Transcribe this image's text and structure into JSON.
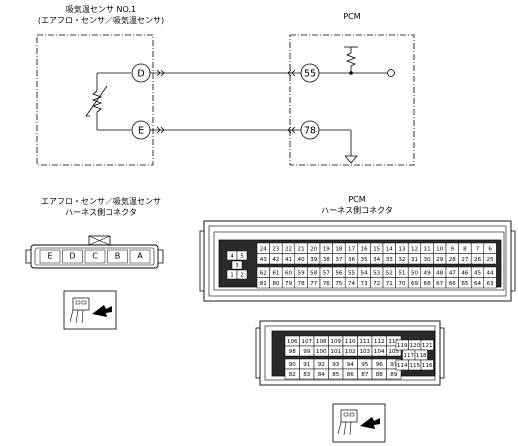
{
  "sensor": {
    "title": "吸気温センサ NO.1",
    "subtitle": "(エアフロ・センサ／吸気温センサ)",
    "terminal_d": "D",
    "terminal_e": "E"
  },
  "pcm": {
    "title": "PCM",
    "terminal_55": "55",
    "terminal_78": "78"
  },
  "sensor_connector": {
    "title_line1": "エアフロ・センサ／吸気温センサ",
    "title_line2": "ハーネス側コネクタ",
    "pins": [
      "E",
      "D",
      "C",
      "B",
      "A"
    ]
  },
  "pcm_connector": {
    "title_line1": "PCM",
    "title_line2": "ハーネス側コネクタ",
    "block1": {
      "small_top": [
        "4",
        "5"
      ],
      "small_mid": "3",
      "small_bot": [
        "1",
        "2"
      ],
      "row1": [
        "24",
        "23",
        "22",
        "21",
        "20",
        "19",
        "18",
        "17",
        "16",
        "15",
        "14",
        "13",
        "12",
        "11",
        "10",
        "9",
        "8",
        "7",
        "6"
      ],
      "row2": [
        "43",
        "42",
        "41",
        "40",
        "39",
        "38",
        "37",
        "36",
        "35",
        "34",
        "33",
        "32",
        "31",
        "30",
        "29",
        "28",
        "27",
        "26",
        "25"
      ],
      "row3": [
        "62",
        "61",
        "60",
        "59",
        "58",
        "57",
        "56",
        "55",
        "54",
        "53",
        "52",
        "51",
        "50",
        "49",
        "48",
        "47",
        "46",
        "45",
        "44"
      ],
      "row4": [
        "81",
        "80",
        "79",
        "78",
        "77",
        "76",
        "75",
        "74",
        "73",
        "72",
        "71",
        "70",
        "69",
        "68",
        "67",
        "66",
        "65",
        "64",
        "63"
      ]
    },
    "block2": {
      "row1": [
        "106",
        "107",
        "108",
        "109",
        "110",
        "111",
        "112",
        "113"
      ],
      "row2": [
        "98",
        "99",
        "100",
        "101",
        "102",
        "103",
        "104",
        "105"
      ],
      "row3": [
        "90",
        "91",
        "92",
        "93",
        "94",
        "95",
        "96",
        "97"
      ],
      "row4": [
        "82",
        "83",
        "84",
        "85",
        "86",
        "87",
        "88",
        "89"
      ],
      "side": [
        "119",
        "120",
        "121",
        "117",
        "118",
        "114",
        "115",
        "116"
      ]
    }
  }
}
